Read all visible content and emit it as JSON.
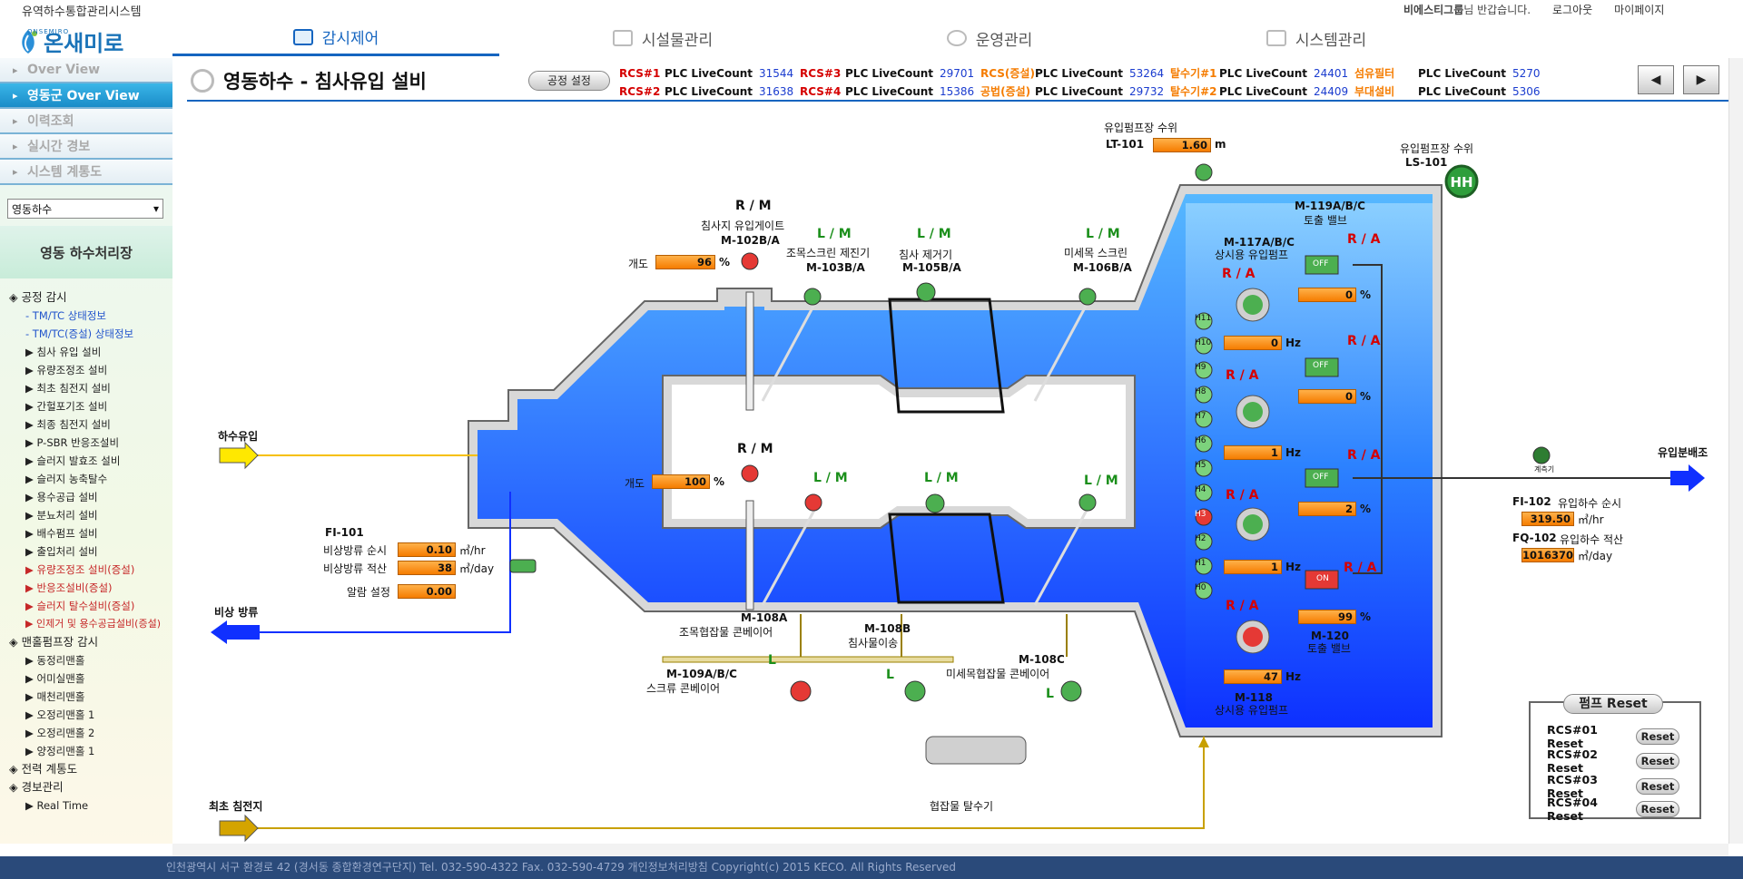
{
  "header": {
    "system_name": "유역하수통합관리시스템",
    "welcome_user": "비에스티그룹",
    "welcome_suffix": "님 반갑습니다.",
    "logout": "로그아웃",
    "mypage": "마이페이지",
    "logo_text": "온새미로",
    "logo_sub": "ONSEMIRO"
  },
  "nav": {
    "tabs": [
      "감시제어",
      "시설물관리",
      "운영관리",
      "시스템관리"
    ]
  },
  "sidebar": {
    "menu": [
      "Over View",
      "영동군 Over View",
      "이력조회",
      "실시간 경보",
      "시스템 계통도"
    ],
    "select_value": "영동하수",
    "plant_title": "영동 하수처리장",
    "tree": {
      "process_header": "공정 감시",
      "tm1": "- TM/TC 상태정보",
      "tm2": "- TM/TC(증설) 상태정보",
      "items": [
        "침사 유입 설비",
        "유량조정조 설비",
        "최초 침전지 설비",
        "간헐포기조 설비",
        "최종 침전지 설비",
        "P-SBR 반응조설비",
        "슬러지 발효조 설비",
        "슬러지 농축탈수",
        "용수공급 설비",
        "분뇨처리 설비",
        "배수펌프 설비",
        "출입처리 설비"
      ],
      "red_items": [
        "유량조정조 설비(증설)",
        "반응조설비(증설)",
        "슬러지 탈수설비(증설)",
        "인제거 및 용수공급설비(증설)"
      ],
      "pump_header": "맨홀펌프장 감시",
      "pumps": [
        "동정리맨홀",
        "어미실맨홀",
        "매천리맨홀",
        "오정리맨홀 1",
        "오정리맨홀 2",
        "양정리맨홀 1"
      ],
      "power_header": "전력 계통도",
      "alarm_header": "경보관리",
      "realtime": "Real Time"
    }
  },
  "page": {
    "title": "영동하수 - 침사유입 설비",
    "process_setting": "공정 설정",
    "plc_rows": [
      [
        {
          "name": "RCS#1",
          "label": "PLC LiveCount",
          "value": "31544"
        },
        {
          "name": "RCS#3",
          "label": "PLC LiveCount",
          "value": "29701"
        },
        {
          "name": "RCS(증설)",
          "label": "PLC LiveCount",
          "value": "53264"
        },
        {
          "name": "탈수기#1",
          "label": "PLC LiveCount",
          "value": "24401"
        },
        {
          "name": "섬유필터",
          "label": "PLC LiveCount",
          "value": "5270"
        }
      ],
      [
        {
          "name": "RCS#2",
          "label": "PLC LiveCount",
          "value": "31638"
        },
        {
          "name": "RCS#4",
          "label": "PLC LiveCount",
          "value": "15386"
        },
        {
          "name": "공법(증설)",
          "label": "PLC LiveCount",
          "value": "29732"
        },
        {
          "name": "탈수기#2",
          "label": "PLC LiveCount",
          "value": "24409"
        },
        {
          "name": "부대설비",
          "label": "PLC LiveCount",
          "value": "5306"
        }
      ]
    ]
  },
  "diagram": {
    "inflow_label": "하수유입",
    "bypass_label": "비상 방류",
    "primary_label": "최초 침전지",
    "outflow_label": "유입분배조",
    "fi101": {
      "tag": "FI-101",
      "bypass_flow": "비상방류 순시",
      "bypass_flow_val": "0.10",
      "bypass_flow_unit": "㎥/hr",
      "bypass_total": "비상방류 적산",
      "bypass_total_val": "38",
      "bypass_total_unit": "㎥/day",
      "alarm": "알람 설정",
      "alarm_val": "0.00"
    },
    "lt101": {
      "title": "유입펌프장 수위",
      "tag": "LT-101",
      "value": "1.60",
      "unit": "m"
    },
    "ls101": {
      "title": "유입펌프장 수위",
      "tag": "LS-101",
      "icon": "HH"
    },
    "m102": {
      "rm": "R / M",
      "name": "침사지 유입게이트",
      "tag": "M-102B/A",
      "open_label": "개도",
      "open_val": "96",
      "unit": "%"
    },
    "m102b": {
      "rm": "R / M",
      "open_label": "개도",
      "open_val": "100",
      "unit": "%"
    },
    "m103": {
      "lm": "L / M",
      "name": "조목스크린 제진기",
      "tag": "M-103B/A"
    },
    "m105": {
      "lm": "L / M",
      "name": "침사 제거기",
      "tag": "M-105B/A"
    },
    "m106": {
      "lm": "L / M",
      "name": "미세목 스크린",
      "tag": "M-106B/A"
    },
    "lm_lower": [
      "L / M",
      "L / M",
      "L / M"
    ],
    "m108a": {
      "tag": "M-108A",
      "name": "조목협잡물 콘베이어"
    },
    "m108b": {
      "tag": "M-108B",
      "name": "침사물이송"
    },
    "m108c": {
      "tag": "M-108C",
      "name": "미세목협잡물 콘베이어"
    },
    "m109": {
      "tag": "M-109A/B/C",
      "name": "스크류 콘베이어"
    },
    "l_marks": [
      "L",
      "L",
      "L"
    ],
    "dewater": "협잡물 탈수기",
    "levels": [
      "H11",
      "H10",
      "H9",
      "H8",
      "H7",
      "H6",
      "H5",
      "H4",
      "H3",
      "H2",
      "H1",
      "H0"
    ],
    "m119": {
      "tag": "M-119A/B/C",
      "name": "토출 밸브"
    },
    "m117": {
      "tag": "M-117A/B/C",
      "name": "상시용 유입펌프"
    },
    "m120": {
      "tag": "M-120",
      "name": "토출 밸브"
    },
    "m118": {
      "tag": "M-118",
      "name": "상시용 유입펌프"
    },
    "ra": "R / A",
    "pump_hz": [
      "0",
      "1",
      "1",
      "47"
    ],
    "valve_pct": [
      "0",
      "0",
      "2",
      "99"
    ],
    "hz_unit": "Hz",
    "pct_unit": "%",
    "valve_state": [
      "OFF",
      "OFF",
      "OFF",
      "ON"
    ],
    "fi102": {
      "tag": "FI-102",
      "name": "유입하수 순시",
      "value": "319.50",
      "unit": "㎥/hr"
    },
    "fq102": {
      "tag": "FQ-102",
      "name": "유입하수 적산",
      "value": "1016370",
      "unit": "㎥/day"
    },
    "flowmeter_label": "계측기"
  },
  "reset": {
    "title": "펌프 Reset",
    "rows": [
      {
        "label": "RCS#01 Reset",
        "btn": "Reset"
      },
      {
        "label": "RCS#02 Reset",
        "btn": "Reset"
      },
      {
        "label": "RCS#03 Reset",
        "btn": "Reset"
      },
      {
        "label": "RCS#04 Reset",
        "btn": "Reset"
      }
    ]
  },
  "footer": "인천광역시 서구 환경로 42 (경서동 종합환경연구단지) Tel. 032-590-4322 Fax. 032-590-4729 개인정보처리방침 Copyright(c) 2015 KECO. All Rights Reserved",
  "colors": {
    "accent": "#1565c0",
    "tank_water": "#0a4cff",
    "orange_value": "#f57c00",
    "red": "#d50000",
    "green": "#1b8f1b"
  }
}
